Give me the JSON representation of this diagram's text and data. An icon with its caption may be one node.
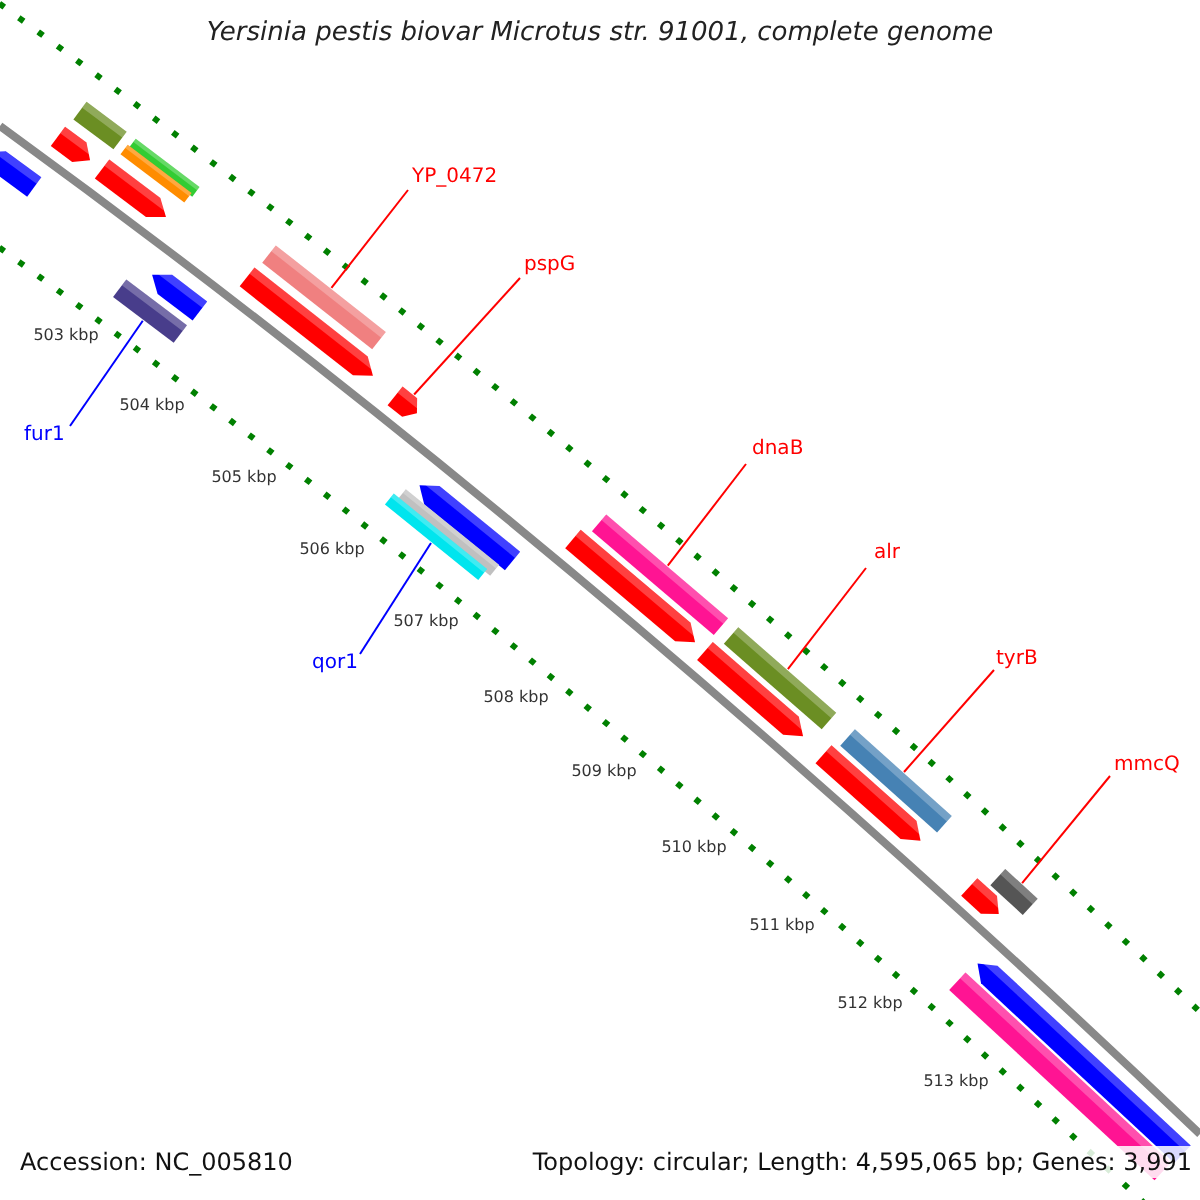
{
  "diagram": {
    "title": "Yersinia pestis biovar Microtus str. 91001, complete genome",
    "nodes": [
      {
        "text": [
          "YP_0472"
        ]
      },
      {
        "text": [],
        "shape": "bar"
      },
      {
        "text": [
          "pspG"
        ]
      },
      {
        "text": [],
        "shape": "bar"
      },
      {
        "text": [
          "fur1"
        ]
      },
      {
        "text": [],
        "shape": "bar"
      },
      {
        "text": [
          "dnaB"
        ]
      },
      {
        "text": [],
        "shape": "bar"
      },
      {
        "text": [
          "alr"
        ]
      },
      {
        "text": [],
        "shape": "bar"
      },
      {
        "text": [
          "qor1"
        ]
      },
      {
        "text": [],
        "shape": "bar"
      },
      {
        "text": [
          "tyrB"
        ]
      },
      {
        "text": [],
        "shape": "bar"
      },
      {
        "text": [
          "mmcQ"
        ]
      },
      {
        "text": [],
        "shape": "bar"
      }
    ],
    "edges": [
      {
        "from": 0,
        "to": 1,
        "arrow": "none"
      },
      {
        "from": 2,
        "to": 3,
        "arrow": "none"
      },
      {
        "from": 4,
        "to": 5,
        "arrow": "none",
        "color": "#0000ff"
      },
      {
        "from": 6,
        "to": 7,
        "arrow": "none"
      },
      {
        "from": 8,
        "to": 9,
        "arrow": "none"
      },
      {
        "from": 10,
        "to": 11,
        "arrow": "none",
        "color": "#0000ff"
      },
      {
        "from": 12,
        "to": 13,
        "arrow": "none"
      },
      {
        "from": 14,
        "to": 15,
        "arrow": "none"
      }
    ],
    "labels": [
      "503 kbp",
      "504 kbp",
      "505 kbp",
      "506 kbp",
      "507 kbp",
      "508 kbp",
      "509 kbp",
      "510 kbp",
      "511 kbp",
      "512 kbp",
      "513 kbp",
      "Accession: NC_005810",
      "Topology: circular; Length: 4,595,065 bp; Genes: 3,991"
    ]
  }
}
